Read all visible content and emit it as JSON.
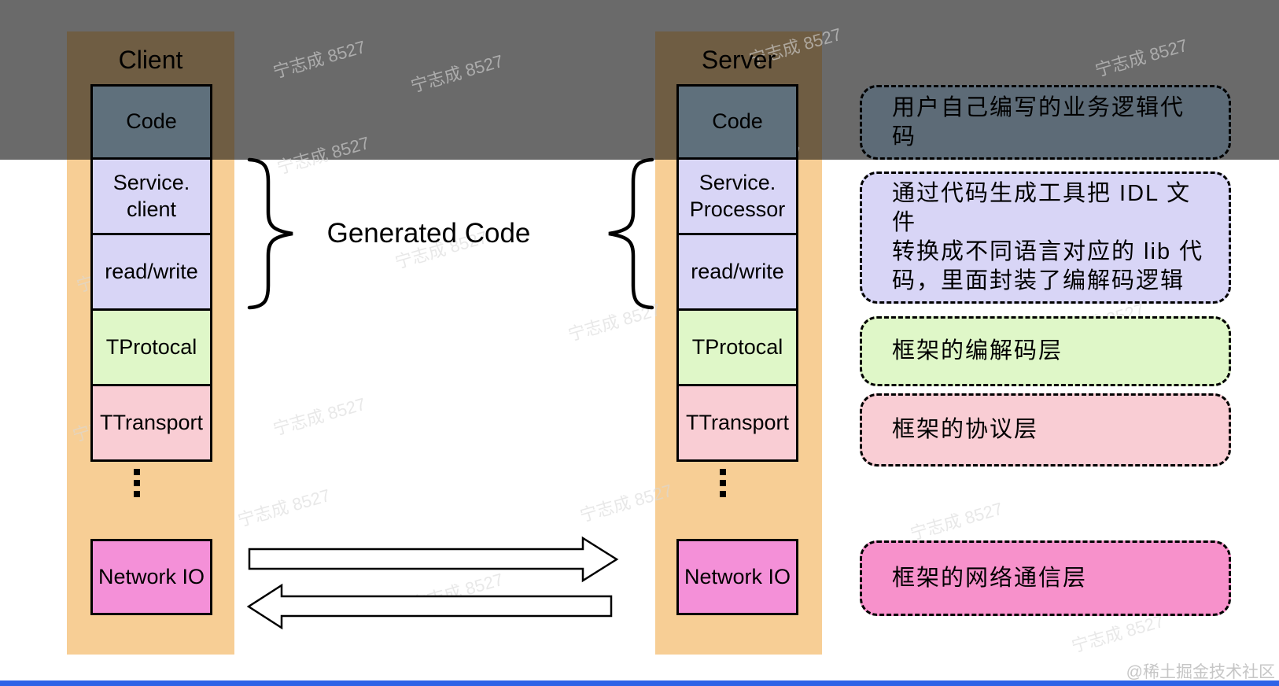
{
  "diagram": {
    "generated_code_label": "Generated Code",
    "columns": [
      {
        "title": "Client",
        "layers": [
          {
            "label": "Code"
          },
          {
            "label": "Service.\nclient"
          },
          {
            "label": "read/write"
          },
          {
            "label": "TProtocal"
          },
          {
            "label": "TTransport"
          },
          {
            "label": "Network IO"
          }
        ]
      },
      {
        "title": "Server",
        "layers": [
          {
            "label": "Code"
          },
          {
            "label": "Service.\nProcessor"
          },
          {
            "label": "read/write"
          },
          {
            "label": "TProtocal"
          },
          {
            "label": "TTransport"
          },
          {
            "label": "Network IO"
          }
        ]
      }
    ],
    "annotations": [
      {
        "text": "用户自己编写的业务逻辑代码"
      },
      {
        "text": "通过代码生成工具把 IDL 文件\n转换成不同语言对应的 lib 代\n码，里面封装了编解码逻辑"
      },
      {
        "text": "框架的编解码层"
      },
      {
        "text": "框架的协议层"
      },
      {
        "text": "框架的网络通信层"
      }
    ]
  },
  "watermark": {
    "text": "宁志成 8527"
  },
  "footer": {
    "credit": "@稀土掘金技术社区"
  },
  "colors": {
    "band_overlay": "#6a6a6a",
    "column_orange": "#f7ce95",
    "column_top_brown": "#6f5d43",
    "code_slate": "#5f707c",
    "lavender": "#d8d5f6",
    "green": "#dff7c8",
    "pink": "#f9cdd4",
    "network_magenta": "#f490d8",
    "annotation_dark_fill": "#5d6b77",
    "annotation_magenta_fill": "#f791cb",
    "progress_blue": "#2e63e7"
  }
}
